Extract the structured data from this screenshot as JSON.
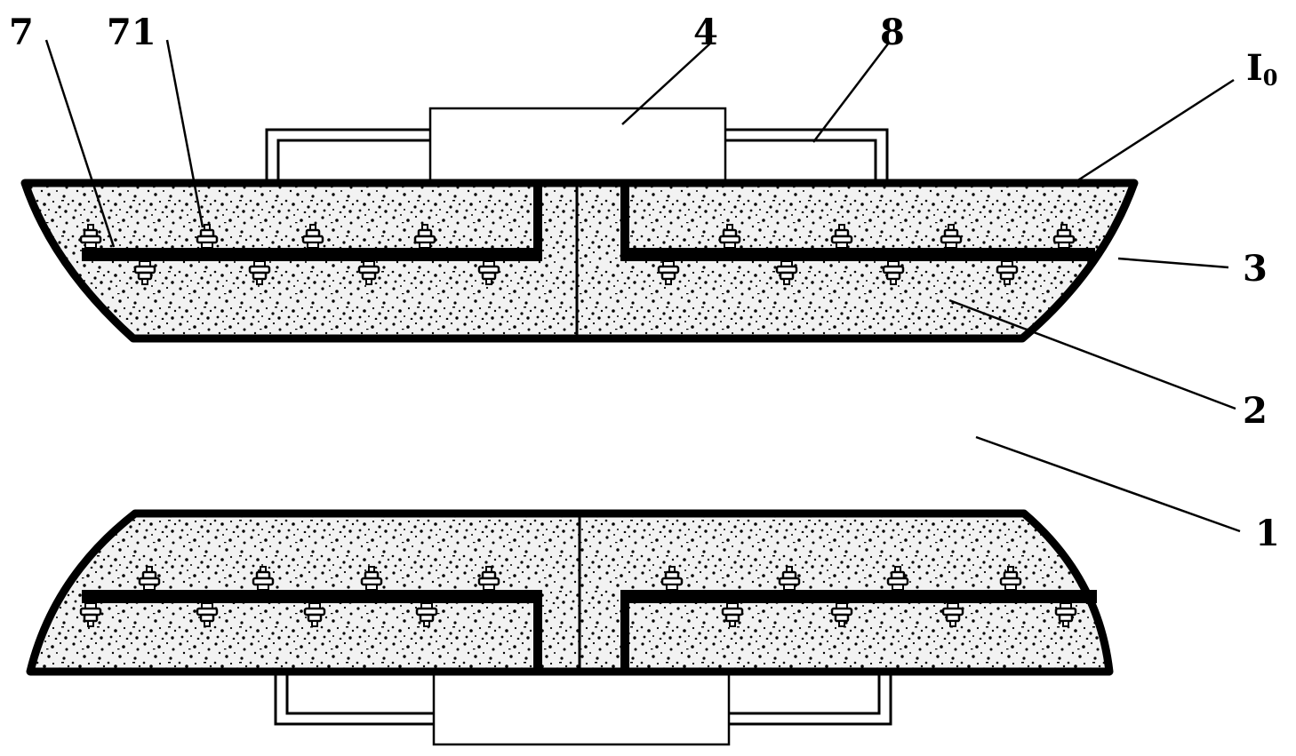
{
  "labels": {
    "seven": "7",
    "seventy_one": "71",
    "four": "4",
    "eight": "8",
    "i_main": "I",
    "i_sub": "0",
    "three": "3",
    "two": "2",
    "one": "1"
  },
  "colors": {
    "ink": "#000000",
    "background": "#ffffff",
    "speckle_fill": "#f2f2f2"
  }
}
